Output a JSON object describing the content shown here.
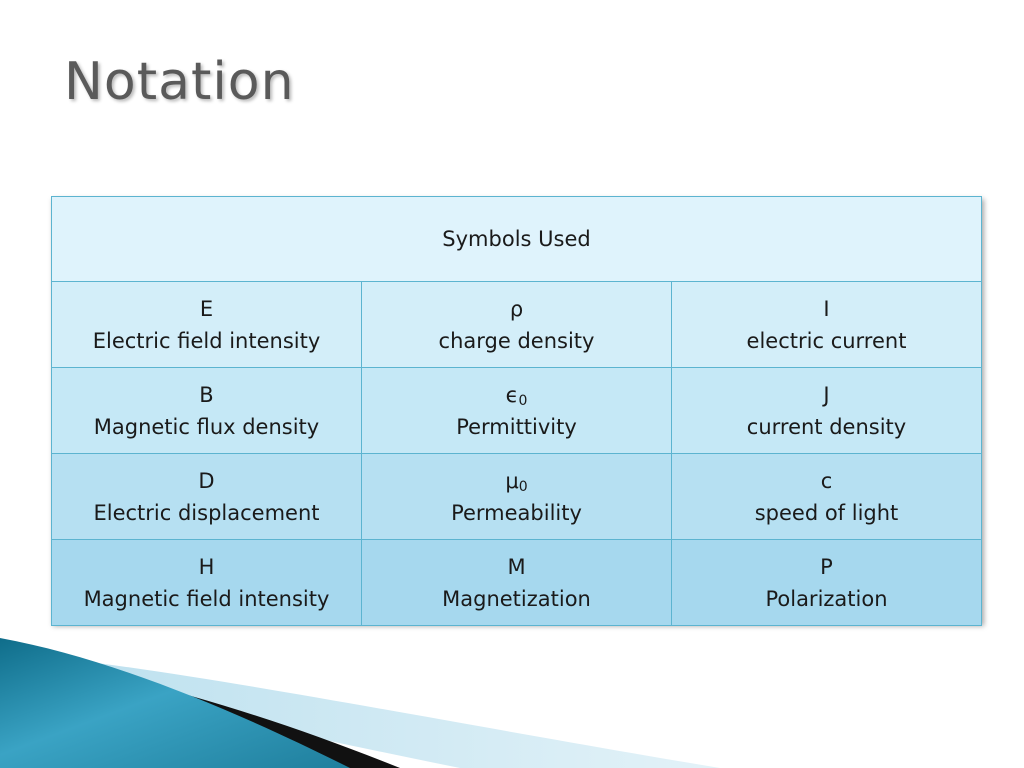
{
  "slide": {
    "title": "Notation"
  },
  "table": {
    "header": "Symbols Used",
    "rows": [
      [
        {
          "symbol": "E",
          "description": "Electric field intensity"
        },
        {
          "symbol": "ρ",
          "description": "charge density"
        },
        {
          "symbol": "I",
          "description": "electric current"
        }
      ],
      [
        {
          "symbol": "B",
          "description": "Magnetic flux density"
        },
        {
          "symbol": "ϵ",
          "sub": "0",
          "description": "Permittivity"
        },
        {
          "symbol": "J",
          "description": "current density"
        }
      ],
      [
        {
          "symbol": "D",
          "description": "Electric displacement"
        },
        {
          "symbol": "μ",
          "sub": "0",
          "description": "Permeability"
        },
        {
          "symbol": "c",
          "description": "speed of light"
        }
      ],
      [
        {
          "symbol": "H",
          "description": "Magnetic field intensity"
        },
        {
          "symbol": "M",
          "description": "Magnetization"
        },
        {
          "symbol": "P",
          "description": "Polarization"
        }
      ]
    ]
  },
  "colors": {
    "title": "#5a5a5a",
    "table_border": "#5cb4d0",
    "header_fill": "#dff3fc",
    "accent_teal": "#1f8aa8",
    "accent_black": "#111111"
  }
}
